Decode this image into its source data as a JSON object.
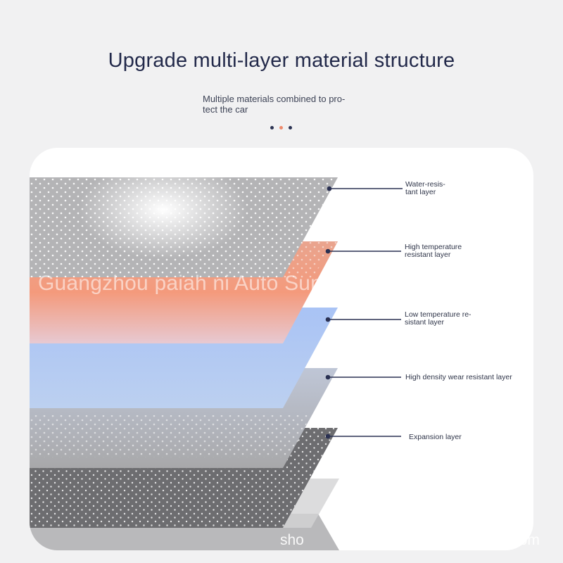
{
  "header": {
    "title": "Upgrade multi-layer material structure",
    "subtitle_lines": [
      "Multiple materials combined to pro-",
      "tect the car"
    ]
  },
  "layers": [
    {
      "label_lines": [
        "Water-resis-",
        "tant layer"
      ],
      "color": "#b4b4b6"
    },
    {
      "label_lines": [
        "High temperature",
        "resistant layer"
      ],
      "color": "#ee8a6c"
    },
    {
      "label_lines": [
        "Low temperature re-",
        "sistant layer"
      ],
      "color": "#9ebcf2"
    },
    {
      "label_lines": [
        "High density wear resistant layer"
      ],
      "color": "#b9b9bb"
    },
    {
      "label_lines": [
        "Expansion layer"
      ],
      "color": "#6d6d70"
    }
  ],
  "watermark": {
    "main": "Guangzhou paiah ni Auto Supplies Co., Ltd",
    "bottom_left": "sho",
    "bottom_right": "om"
  },
  "colors": {
    "title": "#22294a",
    "leader_line": "#2a3152",
    "dot_accent": "#ee8a6c"
  }
}
